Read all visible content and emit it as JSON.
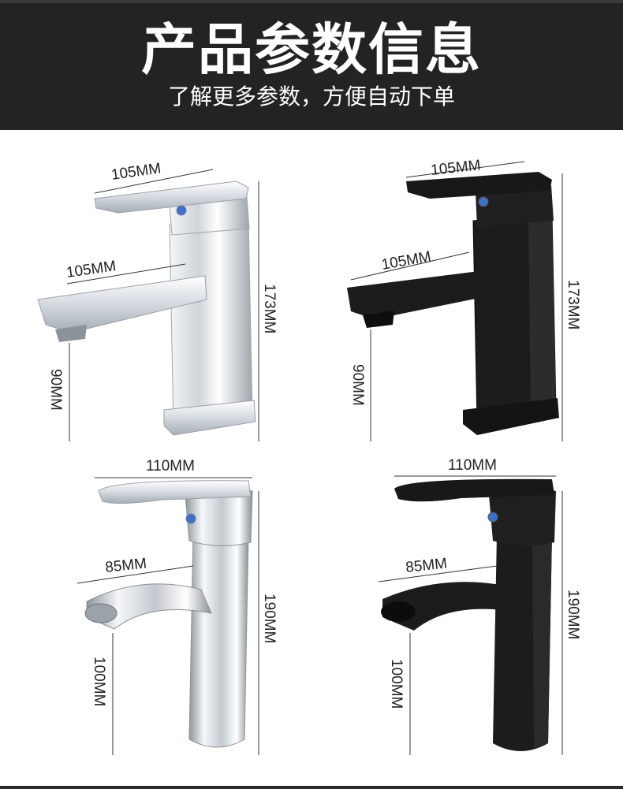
{
  "header": {
    "title": "产品参数信息",
    "subtitle": "了解更多参数，方便自动下单"
  },
  "products": [
    {
      "finish": "chrome",
      "style": "square",
      "dims": {
        "handle": "105MM",
        "spout": "105MM",
        "height": "173MM",
        "clearance": "90MM"
      }
    },
    {
      "finish": "black",
      "style": "square",
      "dims": {
        "handle": "105MM",
        "spout": "105MM",
        "height": "173MM",
        "clearance": "90MM"
      }
    },
    {
      "finish": "chrome",
      "style": "round",
      "dims": {
        "handle": "110MM",
        "spout": "85MM",
        "height": "190MM",
        "clearance": "100MM"
      }
    },
    {
      "finish": "black",
      "style": "round",
      "dims": {
        "handle": "110MM",
        "spout": "85MM",
        "height": "190MM",
        "clearance": "100MM"
      }
    }
  ],
  "colors": {
    "header_bg": "#232323",
    "chrome": "#d9dde2",
    "black": "#1e1e1e"
  }
}
